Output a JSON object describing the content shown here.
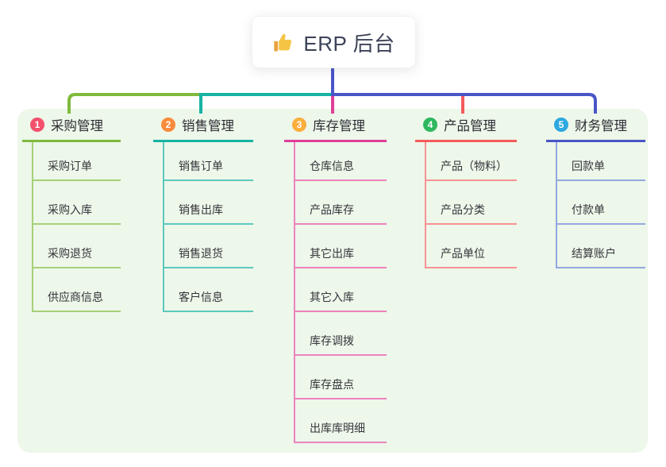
{
  "root": {
    "icon": "thumbs-up-icon",
    "label": "ERP 后台",
    "icon_color": "#f6c445"
  },
  "connector": {
    "trunk_color": "#4a55c7",
    "segment_left_color": "#7fba3d",
    "segment_mid_color": "#17b3a3",
    "segment_right_color": "#4a55c7"
  },
  "panel_color": "#edf7ea",
  "branches": [
    {
      "index": "1",
      "title": "采购管理",
      "badge_color": "#f4516c",
      "line_color": "#7fba3d",
      "sub_line_color": "#a6d077",
      "items": [
        "采购订单",
        "采购入库",
        "采购退货",
        "供应商信息"
      ]
    },
    {
      "index": "2",
      "title": "销售管理",
      "badge_color": "#fa8b3c",
      "line_color": "#17b3a3",
      "sub_line_color": "#5cc9bc",
      "items": [
        "销售订单",
        "销售出库",
        "销售退货",
        "客户信息"
      ]
    },
    {
      "index": "3",
      "title": "库存管理",
      "badge_color": "#f9ae3d",
      "line_color": "#df3e99",
      "sub_line_color": "#ec83bd",
      "items": [
        "仓库信息",
        "产品库存",
        "其它出库",
        "其它入库",
        "库存调拨",
        "库存盘点",
        "出库库明细"
      ]
    },
    {
      "index": "4",
      "title": "产品管理",
      "badge_color": "#2fb85f",
      "line_color": "#f45b5b",
      "sub_line_color": "#f79292",
      "items": [
        "产品（物料）",
        "产品分类",
        "产品单位"
      ]
    },
    {
      "index": "5",
      "title": "财务管理",
      "badge_color": "#2ea8e0",
      "line_color": "#4a55c7",
      "sub_line_color": "#93a8e2",
      "items": [
        "回款单",
        "付款单",
        "结算账户"
      ]
    }
  ]
}
